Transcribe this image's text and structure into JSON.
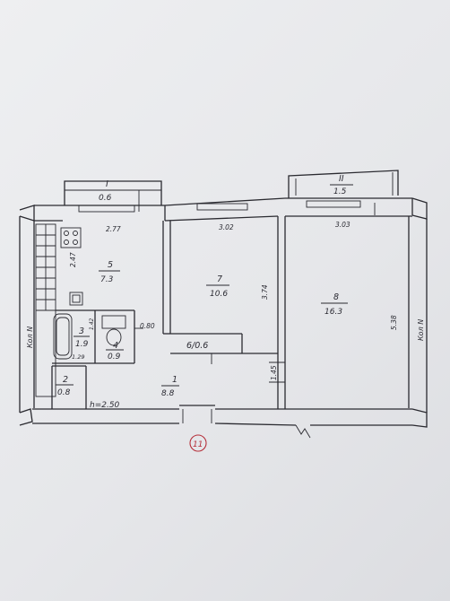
{
  "rooms": [
    {
      "id": "r1",
      "number": "1",
      "area": "8.8"
    },
    {
      "id": "r2",
      "number": "2",
      "area": "0.8"
    },
    {
      "id": "r3",
      "number": "3",
      "area": "1.9"
    },
    {
      "id": "r4",
      "number": "4",
      "area": "0.9"
    },
    {
      "id": "r5",
      "number": "5",
      "area": "7.3"
    },
    {
      "id": "r6",
      "number": "6/0.6",
      "area": ""
    },
    {
      "id": "r7",
      "number": "7",
      "area": "10.6"
    },
    {
      "id": "r8",
      "number": "8",
      "area": "16.3"
    },
    {
      "id": "bI",
      "number": "I",
      "area": "0.6"
    },
    {
      "id": "bII",
      "number": "II",
      "area": "1.5"
    }
  ],
  "dimensions": {
    "d_277": "2.77",
    "d_302": "3.02",
    "d_303": "3.03",
    "d_247": "2.47",
    "d_374": "3.74",
    "d_538": "5.38",
    "d_080": "0.80",
    "d_145": "1.45",
    "d_142": "1.42",
    "d_129": "1.29",
    "height": "h=2.50"
  },
  "labels": {
    "kon_left": "Кол N",
    "kon_right": "Кол N",
    "building_mark": "11"
  }
}
